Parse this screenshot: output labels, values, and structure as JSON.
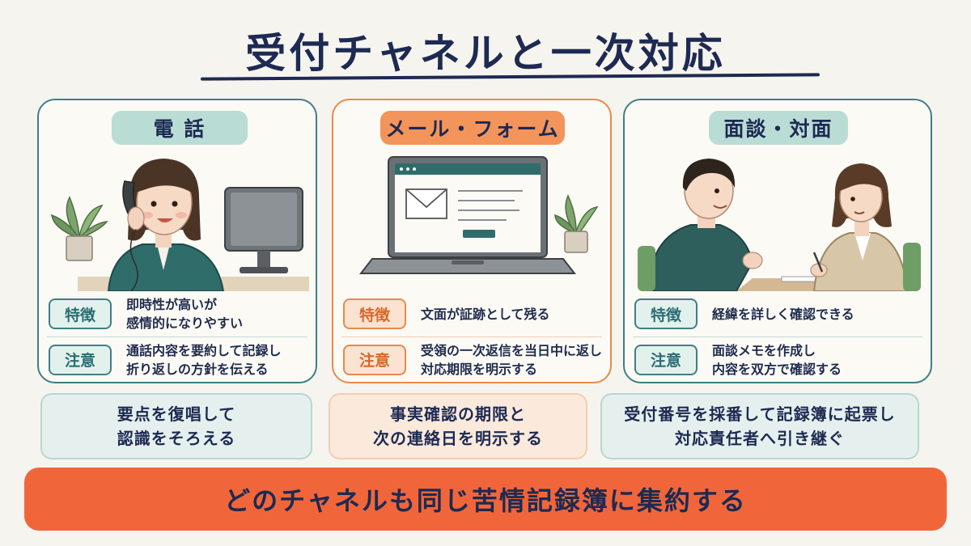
{
  "title": "受付チャネルと一次対応",
  "cards": [
    {
      "label": "電 話",
      "features_label": "特徴",
      "features_text": "即時性が高いが\n感情的になりやすい",
      "caution_label": "注意",
      "caution_text": "通話内容を要約して記録し\n折り返しの方針を伝える",
      "note": "要点を復唱して\n認識をそろえる"
    },
    {
      "label": "メール・フォーム",
      "features_label": "特徴",
      "features_text": "文面が証跡として残る",
      "caution_label": "注意",
      "caution_text": "受領の一次返信を当日中に返し\n対応期限を明示する",
      "note": "事実確認の期限と\n次の連絡日を明示する"
    },
    {
      "label": "面談・対面",
      "features_label": "特徴",
      "features_text": "経緯を詳しく確認できる",
      "caution_label": "注意",
      "caution_text": "面談メモを作成し\n内容を双方で確認する",
      "note": "受付番号を採番して記録簿に起票し\n対応責任者へ引き継ぐ"
    }
  ],
  "banner": "どのチャネルも同じ苦情記録簿に集約する",
  "colors": {
    "teal": "#3f7f86",
    "orange": "#e98a4a",
    "banner": "#f0663a",
    "navy": "#1d2a52"
  },
  "icons": [
    "woman-on-phone-illustration",
    "laptop-email-illustration",
    "face-to-face-meeting-illustration",
    "plant-icon"
  ]
}
